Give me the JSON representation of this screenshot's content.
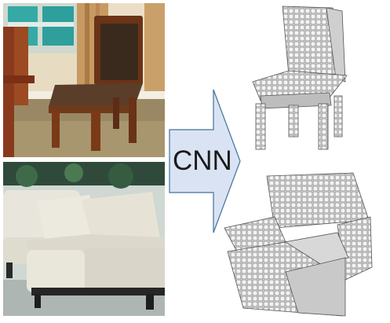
{
  "diagram": {
    "arrow_label": "CNN",
    "colors": {
      "arrow_fill": "#dae3f3",
      "arrow_stroke": "#41719c",
      "voxel_fill": "#e8e8e8",
      "voxel_edge": "#6d6d6d"
    },
    "inputs": [
      {
        "subject": "wooden-dining-chair-photo"
      },
      {
        "subject": "white-leather-armchair-photo"
      }
    ],
    "outputs": [
      {
        "subject": "voxel-chair"
      },
      {
        "subject": "voxel-armchair"
      }
    ]
  }
}
